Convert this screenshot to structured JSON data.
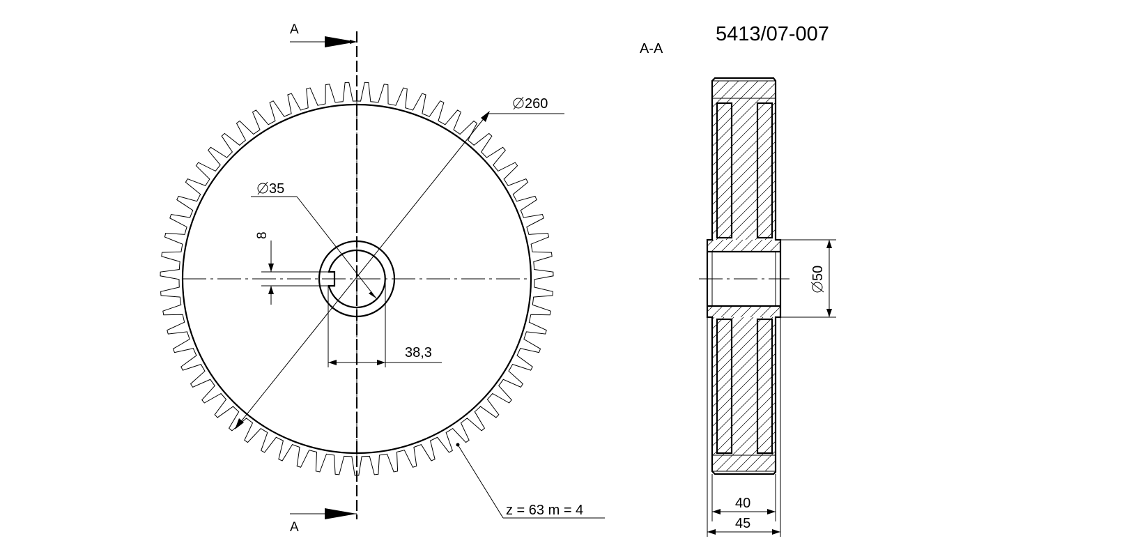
{
  "drawing": {
    "number": "5413/07-007",
    "section_title": "A-A",
    "cut_label_top": "A",
    "cut_label_bottom": "A",
    "dims": {
      "outer_diameter": "260",
      "bore_diameter": "35",
      "keyway_width": "8",
      "keyway_depth": "38,3",
      "hub_diameter": "50",
      "rim_width": "40",
      "hub_width": "45"
    },
    "gear_note": "z = 63 m = 4",
    "teeth": 63
  },
  "symbols": {
    "diameter": "diameter-symbol"
  }
}
